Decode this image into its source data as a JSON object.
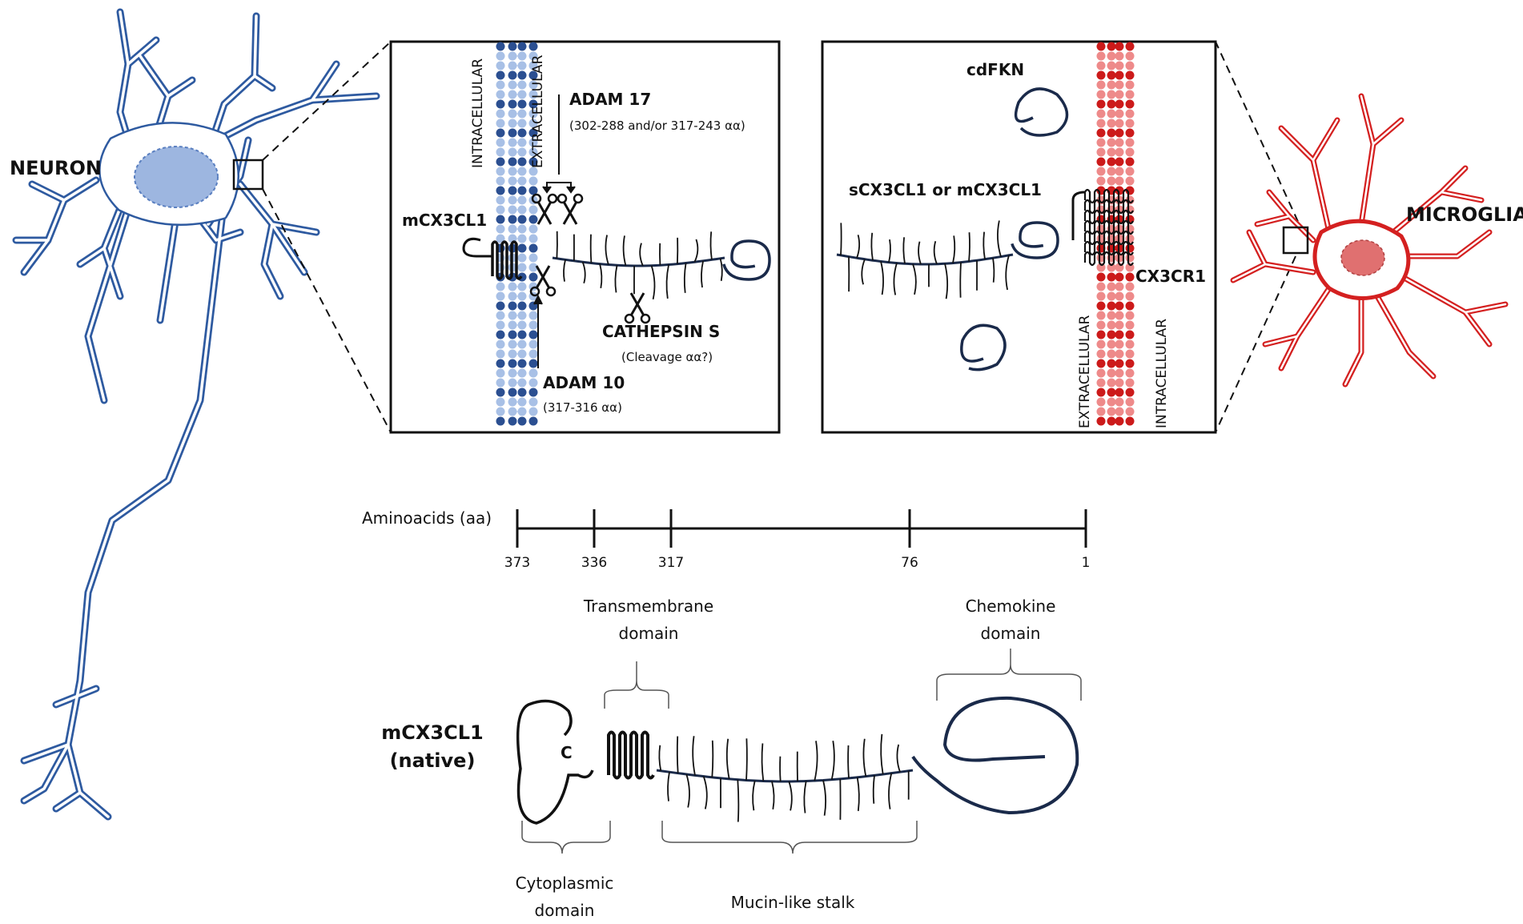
{
  "labels": {
    "neuron": "NEURON",
    "microglia": "MICROGLIA"
  },
  "panel_left": {
    "intracellular": "INTRACELLULAR",
    "extracellular": "EXTRACELLULAR",
    "adam17": "ADAM 17",
    "adam17_sites": "(302-288 and/or 317-243 αα)",
    "mcx3cl1": "mCX3CL1",
    "cathepsin": "CATHEPSIN S",
    "cathepsin_sites": "(Cleavage αα?)",
    "adam10": "ADAM 10",
    "adam10_sites": "(317-316 αα)"
  },
  "panel_right": {
    "cdfkn": "cdFKN",
    "scx3cl1": "sCX3CL1 or mCX3CL1",
    "cx3cr1": "CX3CR1",
    "extracellular": "EXTRACELLULAR",
    "intracellular": "INTRACELLULAR"
  },
  "axis": {
    "title": "Aminoacids (aa)",
    "ticks": [
      "373",
      "336",
      "317",
      "76",
      "1"
    ]
  },
  "domains": {
    "transmembrane": [
      "Transmembrane",
      "domain"
    ],
    "chemokine": [
      "Chemokine",
      "domain"
    ],
    "native_label": [
      "mCX3CL1",
      "(native)"
    ],
    "c_terminus": "C",
    "cytoplasmic": [
      "Cytoplasmic",
      "domain"
    ],
    "mucin": "Mucin-like stalk"
  },
  "colors": {
    "neuron": "#2e5aa0",
    "neuron_nucleus": "#9db6e0",
    "microglia": "#d42020",
    "microglia_nucleus": "#e07070",
    "protein": "#1a2a4a",
    "membrane_blue_dark": "#2b4f91",
    "membrane_blue_light": "#a8c0e6",
    "membrane_red_dark": "#cc1a1a",
    "membrane_red_light": "#ee8a8a"
  }
}
